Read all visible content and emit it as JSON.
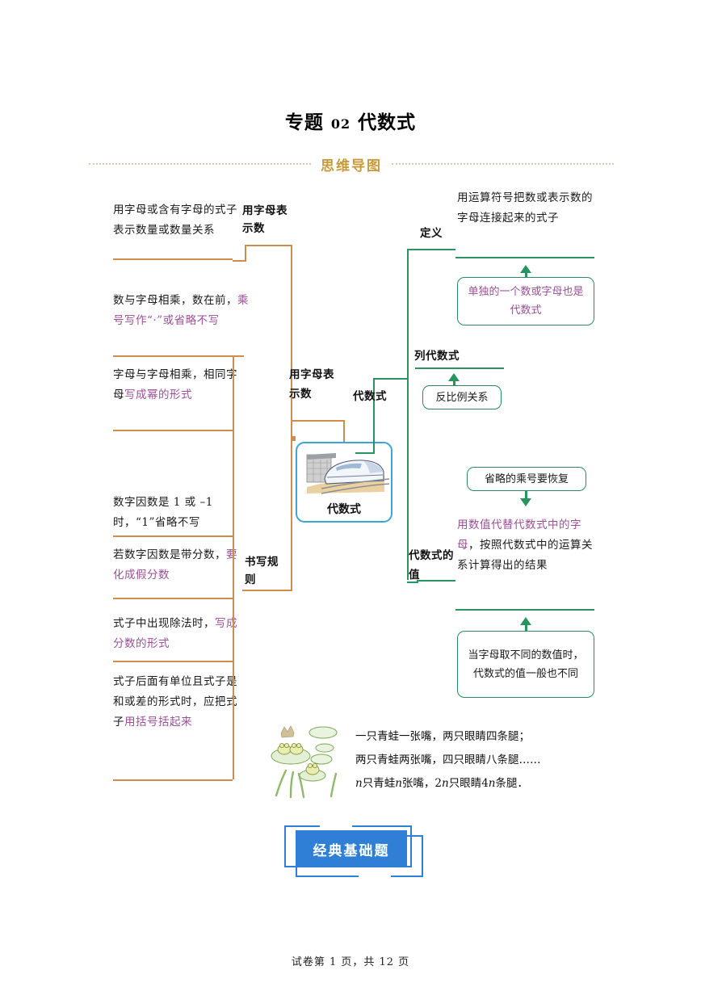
{
  "header": {
    "title_main": "专题",
    "title_num": "02",
    "title_topic": "代数式",
    "subtitle": "思维导图"
  },
  "mindmap": {
    "center": {
      "caption": "代数式",
      "image": "high-speed-train-tunnel-illustration"
    },
    "left_branch": {
      "label": "用字母表示数",
      "node_label_top": "用字母表示数",
      "rule_label": "书写规则",
      "items": [
        {
          "plain": "用字母或含有字母的式子表示数量或数量关系",
          "highlight": ""
        },
        {
          "plain": "数与字母相乘，数在前，",
          "highlight": "乘号写作“·”或省略不写"
        },
        {
          "plain": "字母与字母相乘，相同字母",
          "highlight": "写成幂的形式"
        },
        {
          "plain": "数字因数是 1 或 –1 时，“1”省略不写",
          "highlight": ""
        },
        {
          "plain": "若数字因数是带分数，",
          "highlight": "要化成假分数"
        },
        {
          "plain": "式子中出现除法时，",
          "highlight": "写成分数的形式"
        },
        {
          "plain": "式子后面有单位且式子是和或差的形式时，应把式子",
          "highlight": "用括号括起来"
        }
      ]
    },
    "right_branch": {
      "label": "代数式",
      "definition": {
        "label": "定义",
        "text": "用运算符号把数或表示数的字母连接起来的式子",
        "note": "单独的一个数或字母也是代数式"
      },
      "list_expression": {
        "label": "列代数式",
        "note": "反比例关系"
      },
      "value": {
        "label": "代数式的值",
        "note_top": "省略的乘号要恢复",
        "text_highlight": "用数值代替代数式中的字母",
        "text_plain": "，按照代数式中的运算关系计算得出的结果",
        "note_bottom": "当字母取不同的数值时，代数式的值一般也不同"
      }
    }
  },
  "riddle": {
    "line1": "一只青蛙一张嘴，两只眼睛四条腿；",
    "line2": "两只青蛙两张嘴，四只眼睛八条腿……",
    "line3_a": "n",
    "line3_b": "只青蛙",
    "line3_c": "n",
    "line3_d": "张嘴，2",
    "line3_e": "n",
    "line3_f": "只眼睛4",
    "line3_g": "n",
    "line3_h": "条腿．"
  },
  "banner": {
    "label": "经典基础题"
  },
  "footer": {
    "text": "试卷第 1 页，共 12 页"
  },
  "colors": {
    "orange_branch": "#d08c4a",
    "green_branch": "#2a9461",
    "gold_subtitle": "#c79a3c",
    "purple_highlight": "#9b4f96",
    "blue_banner": "#2f7fd6",
    "blue_card_border": "#3aa7d8"
  }
}
